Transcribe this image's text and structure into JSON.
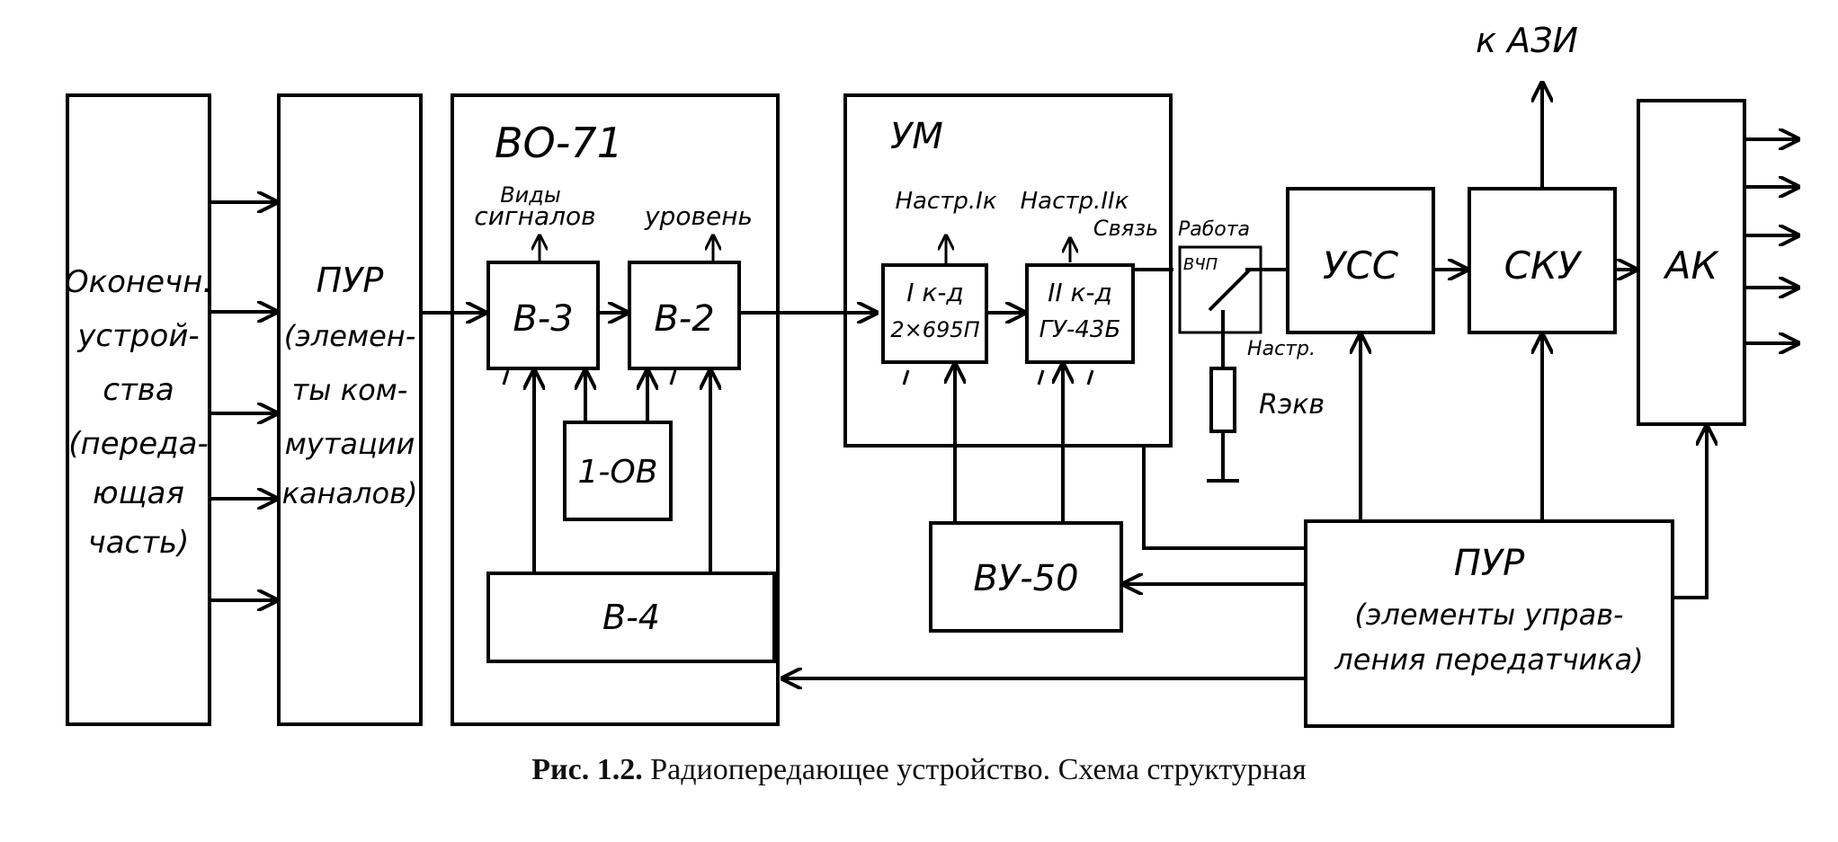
{
  "blocks": {
    "terminal": [
      "Оконечн.",
      "устрой-",
      "ства",
      "(переда-",
      "ющая",
      "часть)"
    ],
    "pur_left": [
      "ПУР",
      "(элемен-",
      "ты ком-",
      "мутации",
      "каналов)"
    ],
    "vo71": "ВО-71",
    "vidy": [
      "Виды",
      "сигналов"
    ],
    "uroven": "уровень",
    "b3": "В-3",
    "b2": "В-2",
    "one_ob": "1-ОВ",
    "b4": "В-4",
    "um": "УМ",
    "nastr1": "Настр.Iк",
    "nastr2": "Настр.IIк",
    "svyaz": "Связь",
    "k1_a": "I к-д",
    "k1_b": "2×695П",
    "k2_a": "II к-д",
    "k2_b": "ГУ-43Б",
    "vu50": "ВУ-50",
    "rabota": "Работа",
    "vchp": "ВЧП",
    "nastr": "Настр.",
    "rekv": "Rэкв",
    "ucc": "УСС",
    "sku": "СКУ",
    "k_azi": "к АЗИ",
    "ak": "АК",
    "pur_right": [
      "ПУР",
      "(элементы управ-",
      "ления передатчика)"
    ]
  },
  "caption": {
    "number": "Рис. 1.2.",
    "text": "Радиопередающее устройство. Схема структурная"
  }
}
